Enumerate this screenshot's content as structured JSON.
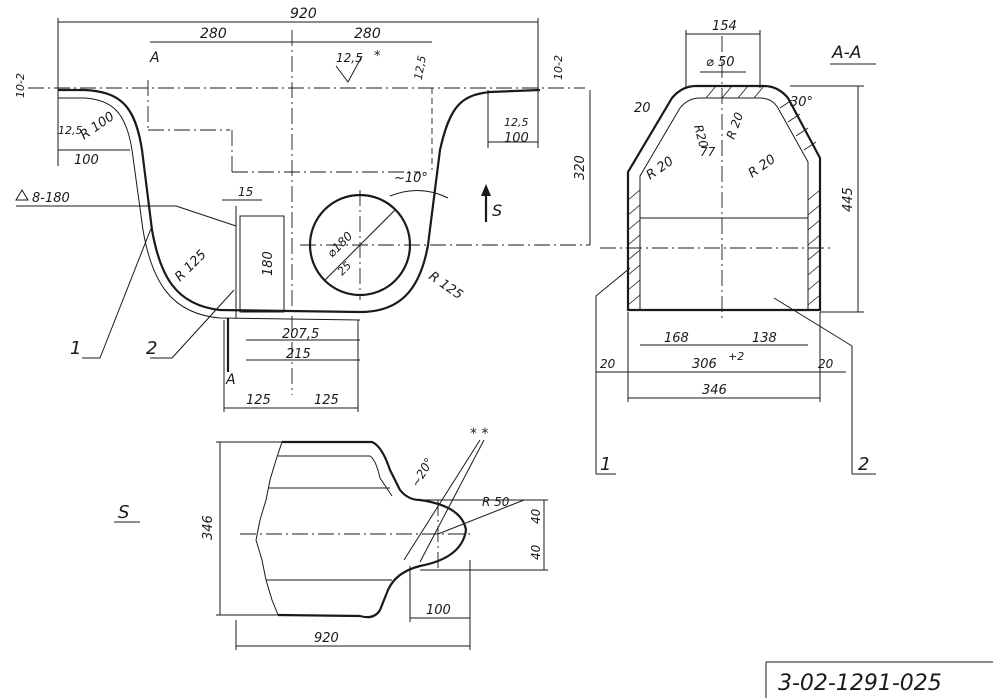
{
  "drawing": {
    "number": "3-02-1291-025",
    "front_view": {
      "dims": {
        "overall": "920",
        "left_half": "280",
        "right_half": "280",
        "offset_left": "10-2",
        "offset_right": "10-2",
        "height": "320",
        "bend_r_left": "R 100",
        "foot_left": "100",
        "foot_right": "100",
        "small_left": "12,5",
        "small_right": "12,5",
        "small_top": "12,5",
        "roughness": "12,5",
        "roughness_mark": "*",
        "weld": "8-180",
        "gap": "15",
        "lower_r": "R 125",
        "lower_r_right": "R 125",
        "web": "180",
        "hole": "⌀180",
        "hole_offset": "25",
        "angle": "~10°",
        "d207": "207,5",
        "d215": "215",
        "bottom_left": "125",
        "bottom_right": "125"
      },
      "section_mark_top": "A",
      "section_mark_bottom": "A",
      "view_arrow": "S",
      "callout_1": "1",
      "callout_2": "2"
    },
    "section_view": {
      "title": "A-A",
      "dims": {
        "top_width": "154",
        "inner_dia": "⌀ 50",
        "r_top_left": "R20",
        "r_top_right": "R 20",
        "r_left": "R 20",
        "r_right": "R 20",
        "thickness": "20",
        "angle": "30°",
        "small": "77",
        "height": "445",
        "d168": "168",
        "d138": "138",
        "mid": "306",
        "mid_tol": "+2",
        "overall": "346",
        "wall_left": "20",
        "wall_right": "20"
      },
      "callout_1": "1",
      "callout_2": "2"
    },
    "view_s": {
      "title": "S",
      "marks": "* *",
      "dims": {
        "width": "920",
        "height": "346",
        "r": "R 50",
        "angle": "~20°",
        "d40a": "40",
        "d40b": "40",
        "d100": "100"
      }
    }
  }
}
